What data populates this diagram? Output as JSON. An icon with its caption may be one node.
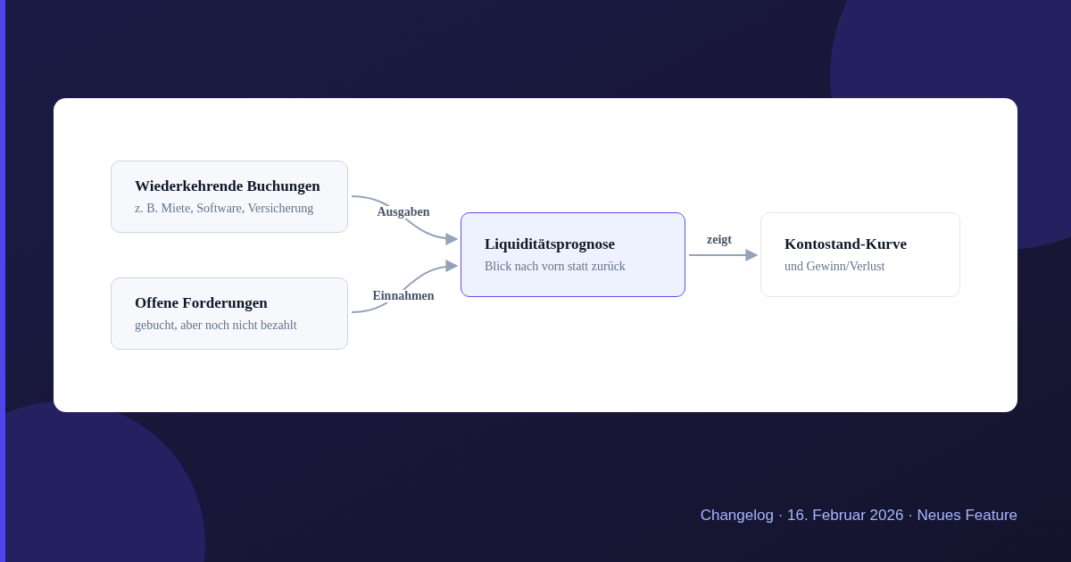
{
  "diagram": {
    "nodes": [
      {
        "text": [
          "Wiederkehrende Buchungen",
          "z. B. Miete, Software, Versicherung"
        ]
      },
      {
        "text": [
          "Offene Forderungen",
          "gebucht, aber noch nicht bezahlt"
        ]
      },
      {
        "text": [
          "Liquiditätsprognose",
          "Blick nach vorn statt zurück"
        ]
      },
      {
        "text": [
          "Kontostand-Kurve",
          "und Gewinn/Verlust"
        ]
      }
    ],
    "edges": [
      {
        "from": 0,
        "to": 2,
        "arrow": "to",
        "label": "Ausgaben"
      },
      {
        "from": 1,
        "to": 2,
        "arrow": "to",
        "label": "Einnahmen"
      },
      {
        "from": 2,
        "to": 3,
        "arrow": "to",
        "label": "zeigt"
      }
    ],
    "labels": [
      "Changelog · 16. Februar 2026 · Neues Feature"
    ]
  }
}
